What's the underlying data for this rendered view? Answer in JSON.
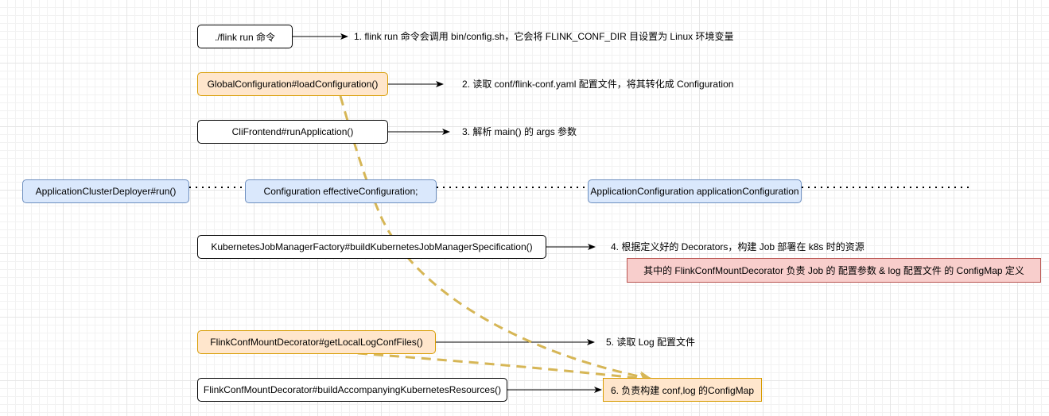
{
  "nodes": {
    "flink_run": "./flink run 命令",
    "load_configuration": "GlobalConfiguration#loadConfiguration()",
    "run_application": "CliFrontend#runApplication()",
    "cluster_deployer": "ApplicationClusterDeployer#run()",
    "effective_configuration": "Configuration effectiveConfiguration;",
    "application_configuration": "ApplicationConfiguration applicationConfiguration",
    "build_jm_spec": "KubernetesJobManagerFactory#buildKubernetesJobManagerSpecification()",
    "get_local_log_conf": "FlinkConfMountDecorator#getLocalLogConfFiles()",
    "build_accompanying": "FlinkConfMountDecorator#buildAccompanyingKubernetesResources()",
    "configmap_step": "6. 负责构建 conf,log 的ConfigMap",
    "decorator_note": "其中的 FlinkConfMountDecorator 负责 Job 的 配置参数 & log 配置文件 的 ConfigMap 定义"
  },
  "labels": {
    "step1": "1. flink run 命令会调用 bin/config.sh，它会将 FLINK_CONF_DIR 目设置为 Linux 环境变量",
    "step2": "2. 读取 conf/flink-conf.yaml 配置文件，将其转化成 Configuration",
    "step3": "3. 解析 main() 的 args 参数",
    "step4": "4. 根据定义好的 Decorators，构建 Job 部署在 k8s 时的资源",
    "step5": "5. 读取 Log 配置文件"
  },
  "colors": {
    "orange_fill": "#ffe6cc",
    "orange_stroke": "#d79b00",
    "blue_fill": "#dae8fc",
    "blue_stroke": "#6c8ebf",
    "red_fill": "#f8cecc",
    "red_stroke": "#b85450",
    "dashed_arrow": "#d6b656"
  }
}
